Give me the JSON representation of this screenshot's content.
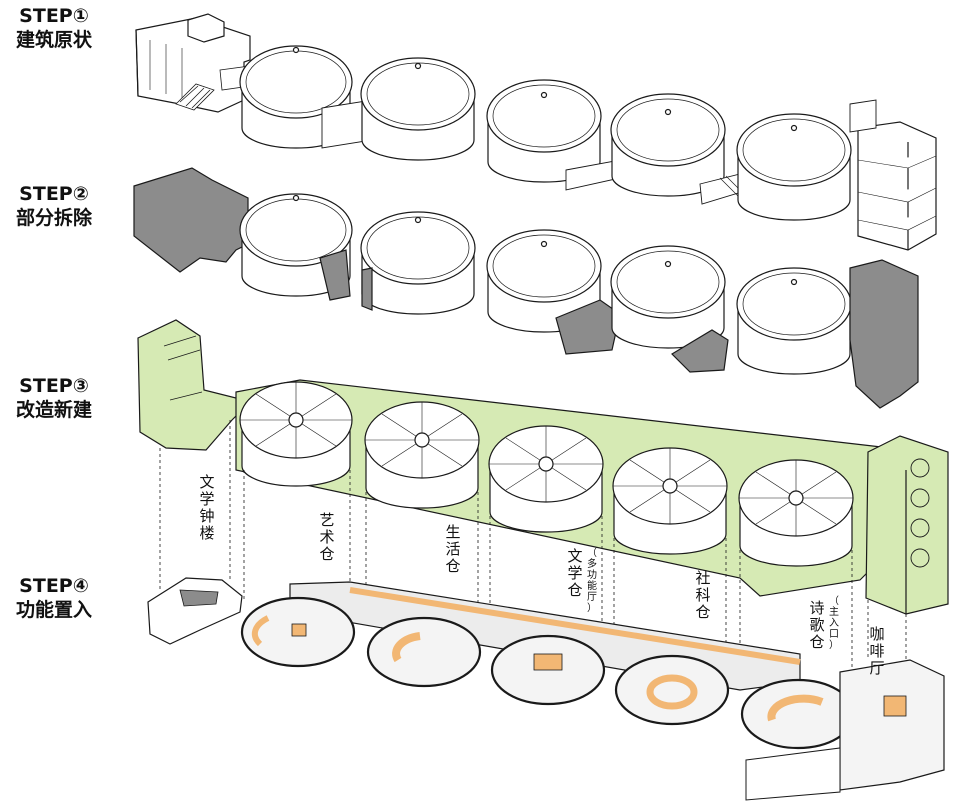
{
  "steps": [
    {
      "number": "STEP①",
      "title": "建筑原状"
    },
    {
      "number": "STEP②",
      "title": "部分拆除"
    },
    {
      "number": "STEP③",
      "title": "改造新建"
    },
    {
      "number": "STEP④",
      "title": "功能置入"
    }
  ],
  "functions": [
    {
      "name": "文学钟楼",
      "note": ""
    },
    {
      "name": "艺术仓",
      "note": ""
    },
    {
      "name": "生活仓",
      "note": ""
    },
    {
      "name": "文学仓",
      "note": "（多功能厅）"
    },
    {
      "name": "社科仓",
      "note": ""
    },
    {
      "name": "诗歌仓",
      "note": "（主入口）"
    },
    {
      "name": "咖啡厅",
      "note": ""
    }
  ],
  "colors": {
    "line": "#1a1a1a",
    "demolished": "#8c8c8c",
    "new_build": "#d6eab4",
    "new_build_edge": "#9cc46b",
    "interior_orange": "#f2b774",
    "floor": "#ececec",
    "paper": "#ffffff"
  }
}
